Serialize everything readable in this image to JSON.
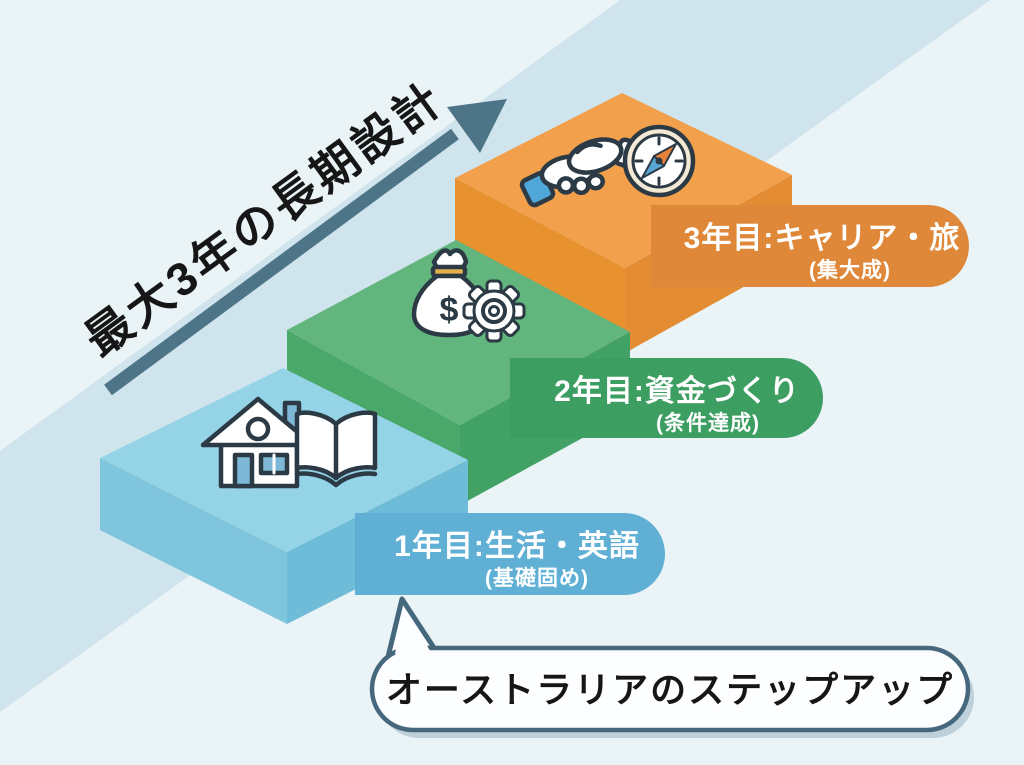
{
  "meta": {
    "language": "ja",
    "kind": "step-up staircase infographic"
  },
  "title": {
    "text": "最大3年の長期設計"
  },
  "arrow": {
    "color": "#4d7487"
  },
  "background": {
    "base": "#eaf3f6",
    "band": "rgba(170,205,228,0.40)"
  },
  "steps": [
    {
      "name": "year-1",
      "label": "1年目:生活・英語",
      "sublabel": "(基礎固め)",
      "icons": [
        "house-icon",
        "open-book-icon"
      ],
      "colors": {
        "top": "#95d3e7",
        "left": "#7fc5dd",
        "right": "#6fbcd8",
        "pill": "#5fb0d4"
      }
    },
    {
      "name": "year-2",
      "label": "2年目:資金づくり",
      "sublabel": "(条件達成)",
      "icons": [
        "money-bag-icon",
        "gear-icon"
      ],
      "colors": {
        "top": "#62b57d",
        "left": "#4aa86a",
        "right": "#42a265",
        "pill": "#3d9e62"
      }
    },
    {
      "name": "year-3",
      "label": "3年目:キャリア・旅",
      "sublabel": "(集大成)",
      "icons": [
        "handshake-icon",
        "compass-icon"
      ],
      "colors": {
        "top": "#f2a04b",
        "left": "#e8912f",
        "right": "#e48c33",
        "pill": "#e0883a"
      }
    }
  ],
  "icon_details": {
    "money_bag_symbol": "$",
    "house_accent": "#7db9d6",
    "money_band": "#e3b04b",
    "handshake_cuff": "#4fa6d8",
    "compass_needle_north": "#e8823b",
    "compass_needle_south": "#58a7d4",
    "outline": "#2b3a44"
  },
  "callout": {
    "text": "オーストラリアのステップアップ",
    "border": "#46687c",
    "fill": "#fdfeff"
  }
}
